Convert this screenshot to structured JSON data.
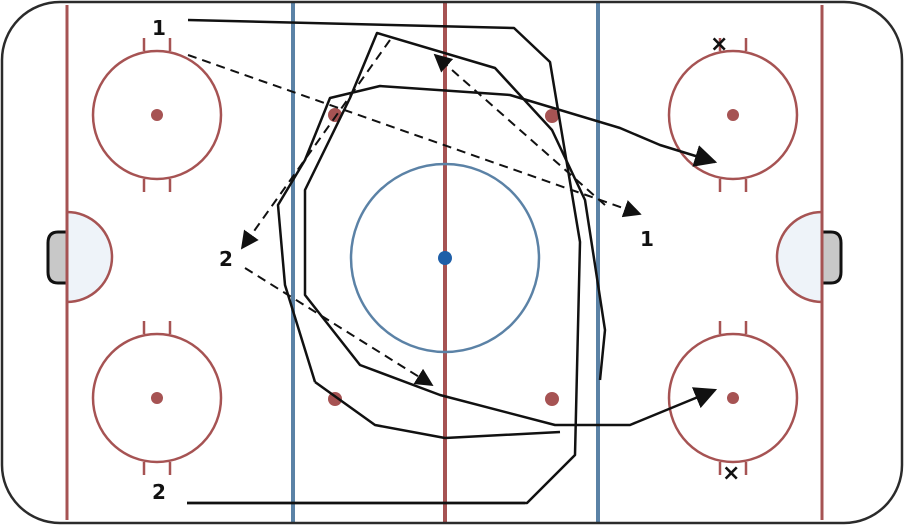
{
  "diagram": {
    "colors": {
      "board": "#2b2b2b",
      "red_line": "#a65353",
      "blue_line": "#5b82a6",
      "center_circle": "#5b82a6",
      "center_dot": "#1f5fa8",
      "faceoff": "#a65353",
      "crease_fill": "#eef3f9",
      "goal_fill": "#c8c8c8",
      "skate_path": "#111111"
    },
    "labels": {
      "player_1_start": "1",
      "player_1_end": "1",
      "player_2_start": "2",
      "player_2_mid": "2",
      "marker_top": "×",
      "marker_bottom": "×"
    },
    "line_styles": {
      "skating": "solid",
      "passing": "dashed"
    }
  }
}
